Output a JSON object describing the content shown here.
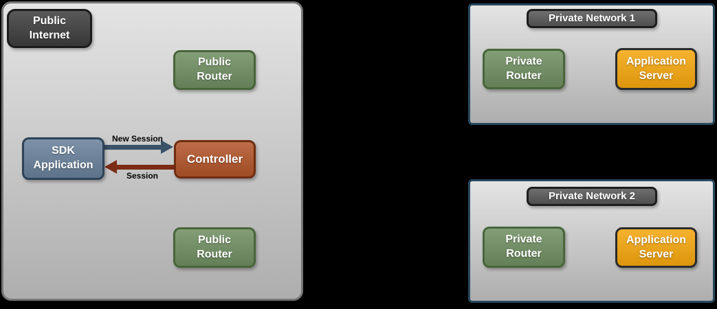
{
  "colors": {
    "canvas_bg": "#000000",
    "panel_fill_top": "#e4e4e4",
    "panel_fill_bottom": "#aeaeae",
    "panel_border_gray": "#767676",
    "panel_border_navy": "#28495f",
    "dark_fill": "#3d3d3d",
    "dark_border": "#1b1b1b",
    "header_fill": "#575757",
    "header_border": "#1d1d1d",
    "green_fill": "#6f8e61",
    "green_border": "#47663a",
    "blue_fill": "#68809a",
    "blue_border": "#2e4357",
    "rust_fill": "#b15429",
    "rust_border": "#6f2d11",
    "orange_fill": "#f5a60d",
    "orange_border": "#292b2d",
    "arrow_blue": "#3a5168",
    "arrow_red": "#7c2b14",
    "label_text": "#000000",
    "node_text": "#ffffff"
  },
  "public_zone": {
    "title": "Public\nInternet",
    "nodes": {
      "public_router_top": "Public\nRouter",
      "sdk_application": "SDK\nApplication",
      "controller": "Controller",
      "public_router_bottom": "Public\nRouter"
    },
    "arrows": {
      "new_session": "New Session",
      "session": "Session"
    }
  },
  "private_network_1": {
    "title": "Private Network 1",
    "nodes": {
      "private_router": "Private\nRouter",
      "application_server": "Application\nServer"
    }
  },
  "private_network_2": {
    "title": "Private Network 2",
    "nodes": {
      "private_router": "Private\nRouter",
      "application_server": "Application\nServer"
    }
  }
}
